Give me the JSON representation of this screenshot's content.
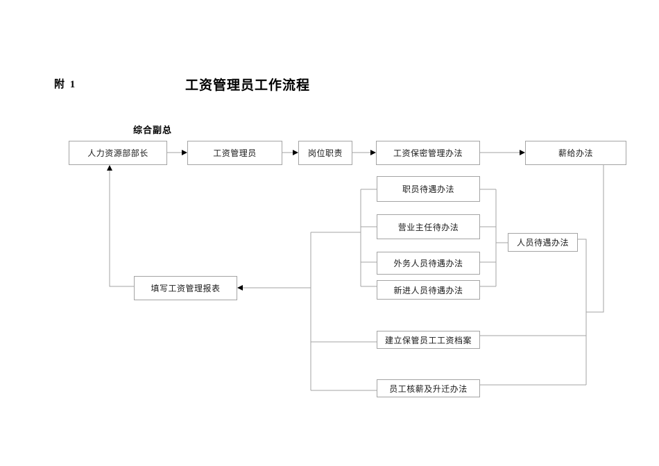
{
  "page": {
    "attachment_label": "附 1",
    "title": "工资管理员工作流程",
    "supervisor_label": "综合副总"
  },
  "nodes": {
    "hr_department_head": "人力资源部部长",
    "salary_administrator": "工资管理员",
    "job_duties": "岗位职责",
    "salary_confidentiality": "工资保密管理办法",
    "salary_payment": "薪给办法",
    "staff_treatment": "职员待遇办法",
    "business_director_treatment": "营业主任待办法",
    "field_personnel_treatment": "外务人员待遇办法",
    "new_personnel_treatment": "新进人员待遇办法",
    "personnel_treatment": "人员待遇办法",
    "fill_salary_report": "填写工资管理报表",
    "establish_salary_files": "建立保管员工工资档案",
    "salary_check_promotion": "员工核薪及升迁办法"
  },
  "edges": [
    {
      "from": "hr_department_head",
      "to": "salary_administrator",
      "arrow": true
    },
    {
      "from": "salary_administrator",
      "to": "job_duties",
      "arrow": true
    },
    {
      "from": "job_duties",
      "to": "salary_confidentiality",
      "arrow": true
    },
    {
      "from": "salary_confidentiality",
      "to": "salary_payment",
      "arrow": true
    },
    {
      "from": "salary_payment",
      "to": "right_bus",
      "arrow": false
    },
    {
      "from": "left_bus",
      "to": "staff_treatment",
      "arrow": false
    },
    {
      "from": "left_bus",
      "to": "business_director_treatment",
      "arrow": false
    },
    {
      "from": "left_bus",
      "to": "field_personnel_treatment",
      "arrow": false
    },
    {
      "from": "left_bus",
      "to": "new_personnel_treatment",
      "arrow": false
    },
    {
      "from": "treatment_right_bus",
      "to": "personnel_treatment",
      "arrow": false
    },
    {
      "from": "personnel_treatment",
      "to": "right_bus",
      "arrow": false
    },
    {
      "from": "right_bus",
      "to": "establish_salary_files",
      "arrow": false
    },
    {
      "from": "right_bus",
      "to": "salary_check_promotion",
      "arrow": false
    },
    {
      "from": "left_bus",
      "to": "fill_salary_report",
      "arrow": true
    },
    {
      "from": "left_bus",
      "to": "establish_salary_files",
      "arrow": false
    },
    {
      "from": "left_bus",
      "to": "salary_check_promotion",
      "arrow": false
    },
    {
      "from": "fill_salary_report",
      "to": "hr_department_head",
      "arrow": true
    }
  ],
  "colors": {
    "background": "#ffffff",
    "line": "#a3a3a3",
    "box_border": "#a3a3a3",
    "arrowhead": "#000000",
    "text": "#000000"
  }
}
